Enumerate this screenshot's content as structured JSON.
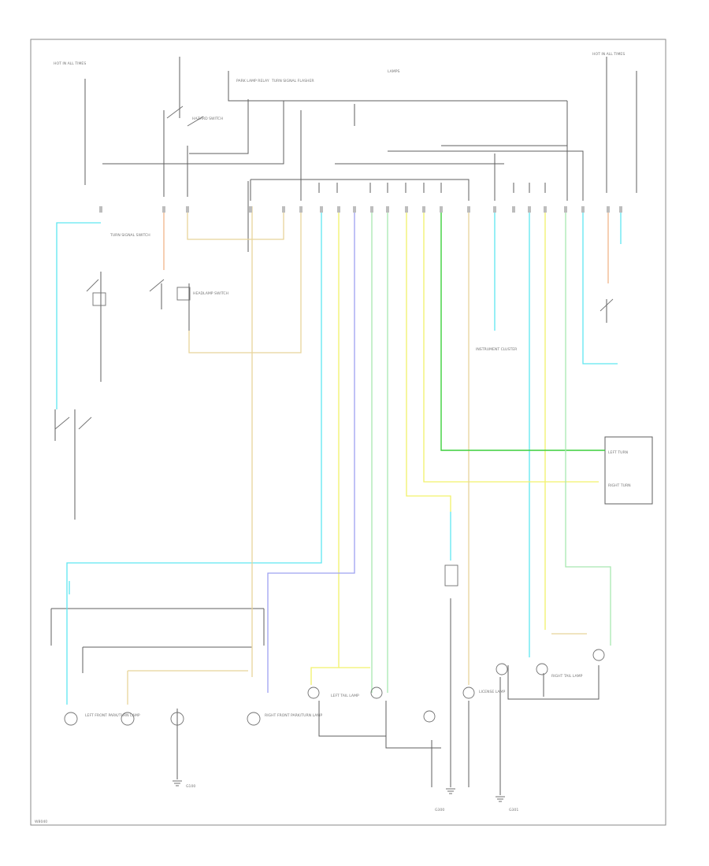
{
  "colors": {
    "background": "#ffffff",
    "frame": "#8a8a8a",
    "wire_black": "#5f5f5f",
    "wire_cyan": "#5fe6f0",
    "wire_yellow": "#f2f26a",
    "wire_tan": "#e8d49a",
    "wire_green": "#3ccf3c",
    "wire_orange": "#f2b58a",
    "wire_blue": "#9ea2f0",
    "wire_lightgreen": "#a8e8b0"
  },
  "labels": {
    "hot_left": "HOT IN ALL TIMES",
    "hot_right": "HOT IN ALL TIMES",
    "top_center": "LAMPS",
    "park_lamp_relay": "PARK LAMP RELAY",
    "turn_signal_flasher": "TURN SIGNAL FLASHER",
    "hazard_switch": "HAZARD SWITCH",
    "turn_signal_switch": "TURN SIGNAL SWITCH",
    "headlamp_switch": "HEADLAMP SWITCH",
    "instrument_cluster": "INSTRUMENT CLUSTER",
    "left_turn_indicator": "LEFT TURN",
    "right_turn_indicator": "RIGHT TURN",
    "front_lamps_left": "LEFT FRONT PARK/TURN LAMP",
    "front_lamps_right": "RIGHT FRONT PARK/TURN LAMP",
    "rear_left_tail": "LEFT TAIL LAMP",
    "rear_right_tail": "RIGHT TAIL LAMP",
    "license_lamp": "LICENSE LAMP",
    "ground_left": "G100",
    "ground_center": "G300",
    "ground_right": "G301",
    "page_code": "W8040"
  }
}
